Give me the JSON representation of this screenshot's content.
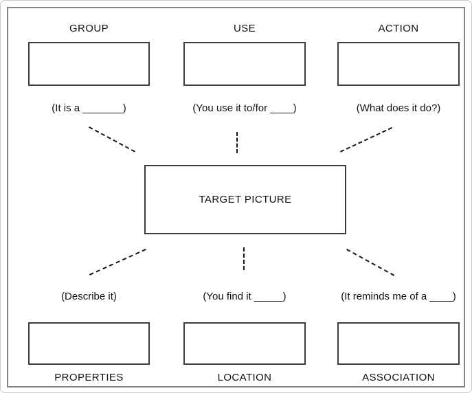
{
  "diagram": {
    "title": "semantic-feature-analysis-worksheet",
    "center": {
      "label": "TARGET PICTURE"
    },
    "nodes": [
      {
        "id": "group",
        "label": "GROUP",
        "prompt": "(It is a _______)",
        "position": "top-left"
      },
      {
        "id": "use",
        "label": "USE",
        "prompt": "(You use it to/for ____)",
        "position": "top-center"
      },
      {
        "id": "action",
        "label": "ACTION",
        "prompt": "(What does it do?)",
        "position": "top-right"
      },
      {
        "id": "properties",
        "label": "PROPERTIES",
        "prompt": "(Describe it)",
        "position": "bottom-left"
      },
      {
        "id": "location",
        "label": "LOCATION",
        "prompt": "(You find it _____)",
        "position": "bottom-center"
      },
      {
        "id": "association",
        "label": "ASSOCIATION",
        "prompt": "(It reminds me of a ____)",
        "position": "bottom-right"
      }
    ],
    "connector_style": "dashed",
    "colors": {
      "background": "#ffffff",
      "text": "#111111",
      "line": "#151515",
      "box_border": "#3c3c3c",
      "frame_border": "#848484",
      "outer_border": "#c9c9c9"
    }
  }
}
